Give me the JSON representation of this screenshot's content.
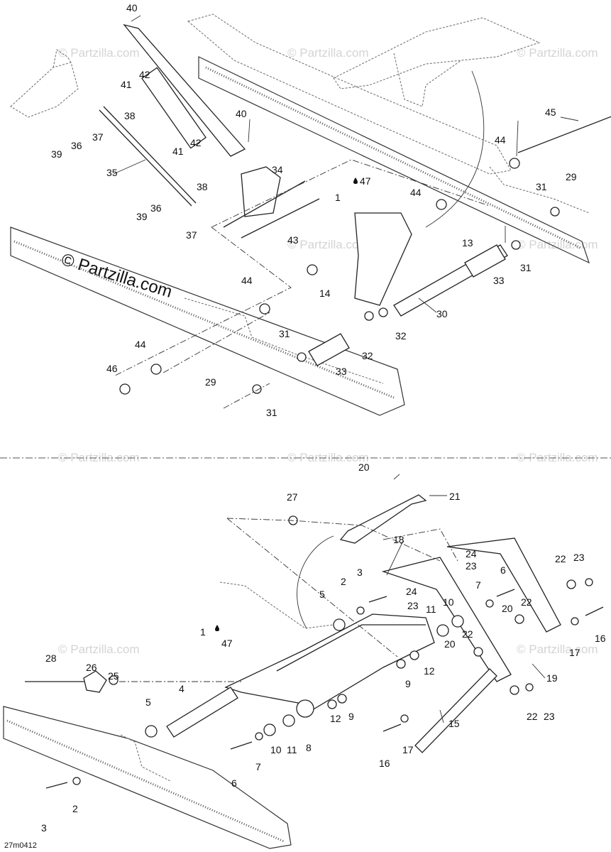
{
  "watermark": {
    "site_text": "© Partzilla.com",
    "main_text": "© Partzilla.com"
  },
  "diagram_code": "27m0412",
  "lubricant_label": "47",
  "callouts": {
    "upper": [
      "40",
      "42",
      "41",
      "38",
      "39",
      "36",
      "37",
      "35",
      "40",
      "42",
      "41",
      "34",
      "38",
      "39",
      "36",
      "37",
      "43",
      "1",
      "47",
      "44",
      "45",
      "44",
      "29",
      "31",
      "13",
      "31",
      "33",
      "14",
      "30",
      "32",
      "44",
      "32",
      "31",
      "33",
      "44",
      "46",
      "29",
      "31"
    ],
    "lower": [
      "20",
      "21",
      "27",
      "18",
      "24",
      "23",
      "24",
      "23",
      "22",
      "23",
      "3",
      "2",
      "6",
      "5",
      "7",
      "11",
      "10",
      "22",
      "20",
      "16",
      "17",
      "22",
      "19",
      "20",
      "1",
      "47",
      "26",
      "25",
      "28",
      "4",
      "12",
      "9",
      "5",
      "15",
      "12",
      "9",
      "22",
      "23",
      "10",
      "11",
      "8",
      "17",
      "6",
      "7",
      "16",
      "3",
      "2"
    ]
  }
}
